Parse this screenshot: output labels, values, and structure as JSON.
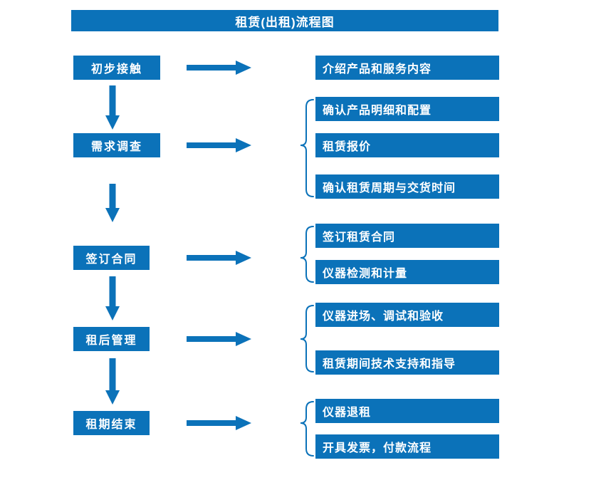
{
  "title": "租赁(出租)流程图",
  "colors": {
    "primary": "#0b72b9",
    "text_on_primary": "#ffffff",
    "canvas_background": "#ffffff"
  },
  "stages": [
    {
      "label": "初步接触",
      "details": [
        "介绍产品和服务内容"
      ]
    },
    {
      "label": "需求调查",
      "details": [
        "确认产品明细和配置",
        "租赁报价",
        "确认租赁周期与交货时间"
      ]
    },
    {
      "label": "签订合同",
      "details": [
        "签订租赁合同",
        "仪器检测和计量"
      ]
    },
    {
      "label": "租后管理",
      "details": [
        "仪器进场、调试和验收",
        "租赁期间技术支持和指导"
      ]
    },
    {
      "label": "租期结束",
      "details": [
        "仪器退租",
        "开具发票，付款流程"
      ]
    }
  ]
}
